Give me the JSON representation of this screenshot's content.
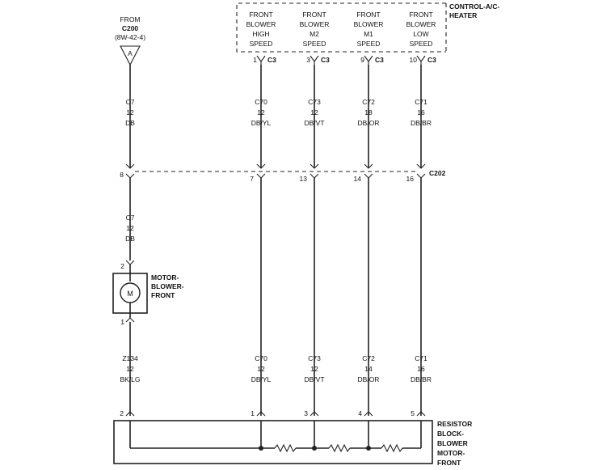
{
  "source": {
    "from": "FROM",
    "connector": "C200",
    "ref": "(8W-42-4)",
    "arrow_label": "A"
  },
  "module": {
    "title_line1": "CONTROL-A/C-",
    "title_line2": "HEATER",
    "connector": "C3",
    "speeds": [
      {
        "lines": [
          "FRONT",
          "BLOWER",
          "HIGH",
          "SPEED"
        ],
        "pin": "1"
      },
      {
        "lines": [
          "FRONT",
          "BLOWER",
          "M2",
          "SPEED"
        ],
        "pin": "3"
      },
      {
        "lines": [
          "FRONT",
          "BLOWER",
          "M1",
          "SPEED"
        ],
        "pin": "9"
      },
      {
        "lines": [
          "FRONT",
          "BLOWER",
          "LOW",
          "SPEED"
        ],
        "pin": "10"
      }
    ]
  },
  "upper_wires": [
    {
      "circuit": "C7",
      "gauge": "12",
      "color": "DB"
    },
    {
      "circuit": "C70",
      "gauge": "12",
      "color": "DB/YL"
    },
    {
      "circuit": "C73",
      "gauge": "12",
      "color": "DB/VT"
    },
    {
      "circuit": "C72",
      "gauge": "18",
      "color": "DB/OR"
    },
    {
      "circuit": "C71",
      "gauge": "16",
      "color": "DB/BR"
    }
  ],
  "inline_connector": {
    "name": "C202",
    "pins": [
      "8",
      "7",
      "13",
      "14",
      "16"
    ]
  },
  "motor_wire": {
    "circuit": "C7",
    "gauge": "12",
    "color": "DB"
  },
  "motor": {
    "pin_top": "2",
    "pin_bottom": "1",
    "symbol": "M",
    "label_lines": [
      "MOTOR-",
      "BLOWER-",
      "FRONT"
    ]
  },
  "lower_wires": [
    {
      "circuit": "Z134",
      "gauge": "12",
      "color": "BK/LG"
    },
    {
      "circuit": "C70",
      "gauge": "12",
      "color": "DB/YL"
    },
    {
      "circuit": "C73",
      "gauge": "12",
      "color": "DB/VT"
    },
    {
      "circuit": "C72",
      "gauge": "14",
      "color": "DB/OR"
    },
    {
      "circuit": "C71",
      "gauge": "16",
      "color": "DB/BR"
    }
  ],
  "resistor_block": {
    "pins": [
      "2",
      "1",
      "3",
      "4",
      "5"
    ],
    "label_lines": [
      "RESISTOR",
      "BLOCK-",
      "BLOWER",
      "MOTOR-",
      "FRONT"
    ]
  }
}
